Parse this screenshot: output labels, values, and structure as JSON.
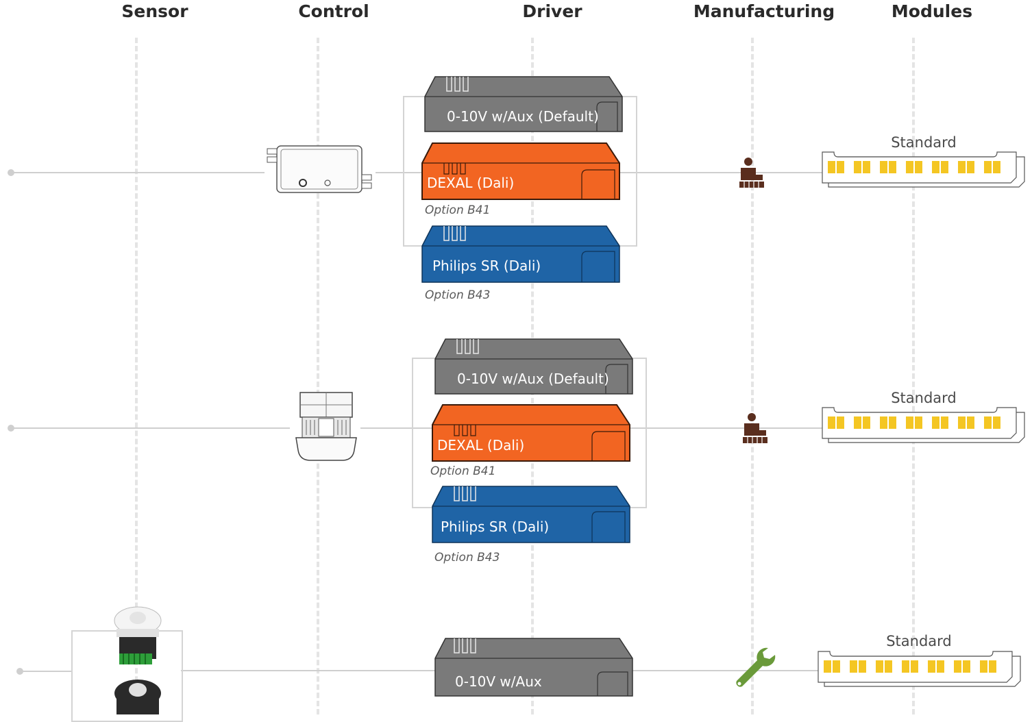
{
  "columns": {
    "sensor": "Sensor",
    "control": "Control",
    "driver": "Driver",
    "manufacturing": "Manufacturing",
    "modules": "Modules"
  },
  "rows": [
    {
      "drivers": [
        {
          "label": "0-10V w/Aux (Default)",
          "color": "#7a7a7a"
        },
        {
          "label": "DEXAL (Dali)",
          "color": "#f26522",
          "option": "Option B41"
        },
        {
          "label": "Philips SR (Dali)",
          "color": "#1f64a6",
          "option": "Option B43"
        }
      ],
      "manufacturing_icon": "technician-icon",
      "module_label": "Standard"
    },
    {
      "drivers": [
        {
          "label": "0-10V w/Aux (Default)",
          "color": "#7a7a7a"
        },
        {
          "label": "DEXAL (Dali)",
          "color": "#f26522",
          "option": "Option B41"
        },
        {
          "label": "Philips SR (Dali)",
          "color": "#1f64a6",
          "option": "Option B43"
        }
      ],
      "manufacturing_icon": "technician-icon",
      "module_label": "Standard"
    },
    {
      "drivers": [
        {
          "label": "0-10V w/Aux",
          "color": "#7a7a7a"
        }
      ],
      "manufacturing_icon": "wrench-icon",
      "module_label": "Standard"
    }
  ],
  "colors": {
    "gray_driver": "#7a7a7a",
    "orange_driver": "#f26522",
    "blue_driver": "#1f64a6",
    "technician": "#5a2e1e",
    "wrench": "#6a9a3a",
    "led": "#f4c623",
    "line": "#cfcfcf"
  }
}
